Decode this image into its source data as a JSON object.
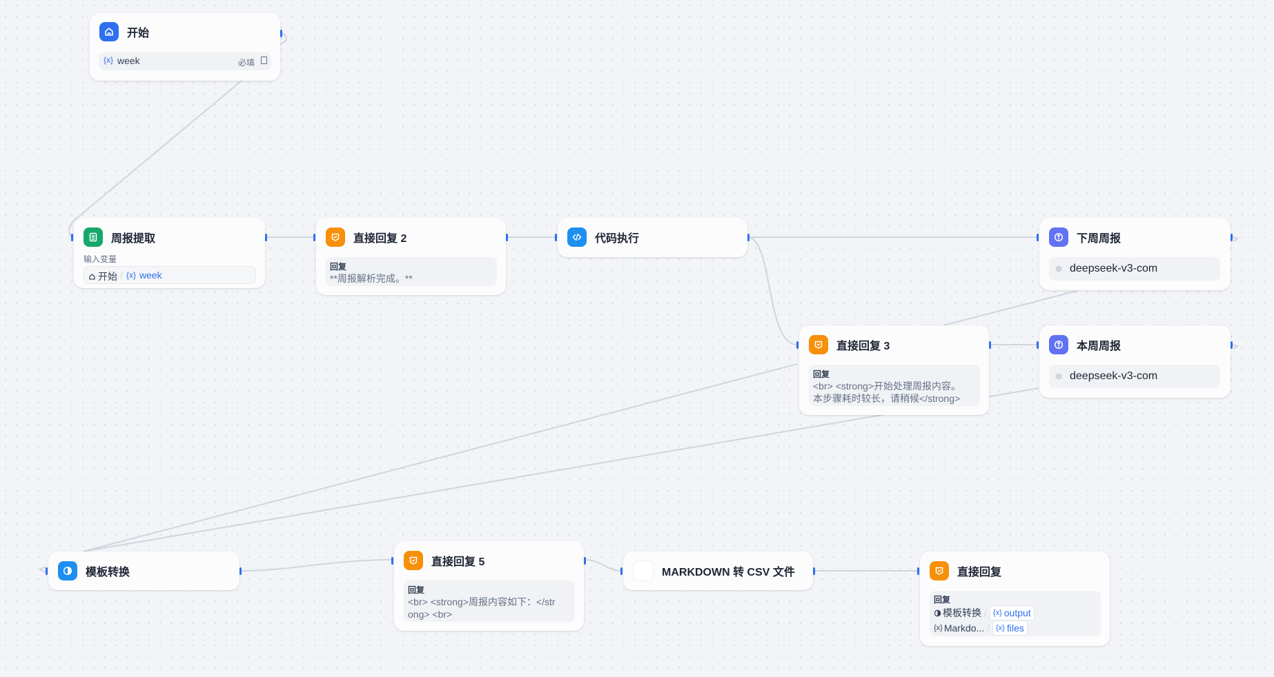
{
  "canvas": {
    "start": {
      "title": "开始",
      "var_icon": "{x}",
      "var_name": "week",
      "required": "必填"
    },
    "weekly_extract": {
      "title": "周报提取",
      "input_label": "输入变量",
      "ref_node": "开始",
      "ref_var": "week"
    },
    "reply2": {
      "title": "直接回复 2",
      "reply_label": "回复",
      "text": "**周报解析完成。**"
    },
    "code_exec": {
      "title": "代码执行"
    },
    "next_week": {
      "title": "下周周报",
      "model": "deepseek-v3-com"
    },
    "reply3": {
      "title": "直接回复 3",
      "reply_label": "回复",
      "line1": "<br> <strong>开始处理周报内容。",
      "line2": "本步骤耗时较长，请稍候</strong>"
    },
    "this_week": {
      "title": "本周周报",
      "model": "deepseek-v3-com"
    },
    "template": {
      "title": "模板转换"
    },
    "reply5": {
      "title": "直接回复 5",
      "reply_label": "回复",
      "line1": "<br> <strong>周报内容如下：</str",
      "line2": "ong> <br>"
    },
    "md_csv": {
      "title": "MARKDOWN 转 CSV 文件"
    },
    "reply": {
      "title": "直接回复",
      "reply_label": "回复",
      "ref1_node": "模板转换",
      "ref1_var": "output",
      "ref2_node": "Markdo...",
      "ref2_var": "files"
    }
  },
  "colors": {
    "start_icon": "#2e6ff0",
    "extract_icon": "#16a86a",
    "reply_icon": "#f79009",
    "code_icon": "#1e8ff0",
    "llm_icon": "#6172f3",
    "edge": "#d0d5dd",
    "handle": "#2e6ff0"
  },
  "icons": {
    "start": "home-icon",
    "extract": "document-extract-icon",
    "reply": "reply-icon",
    "code": "code-icon",
    "llm": "llm-icon",
    "template": "template-icon",
    "model": "cube-icon"
  }
}
